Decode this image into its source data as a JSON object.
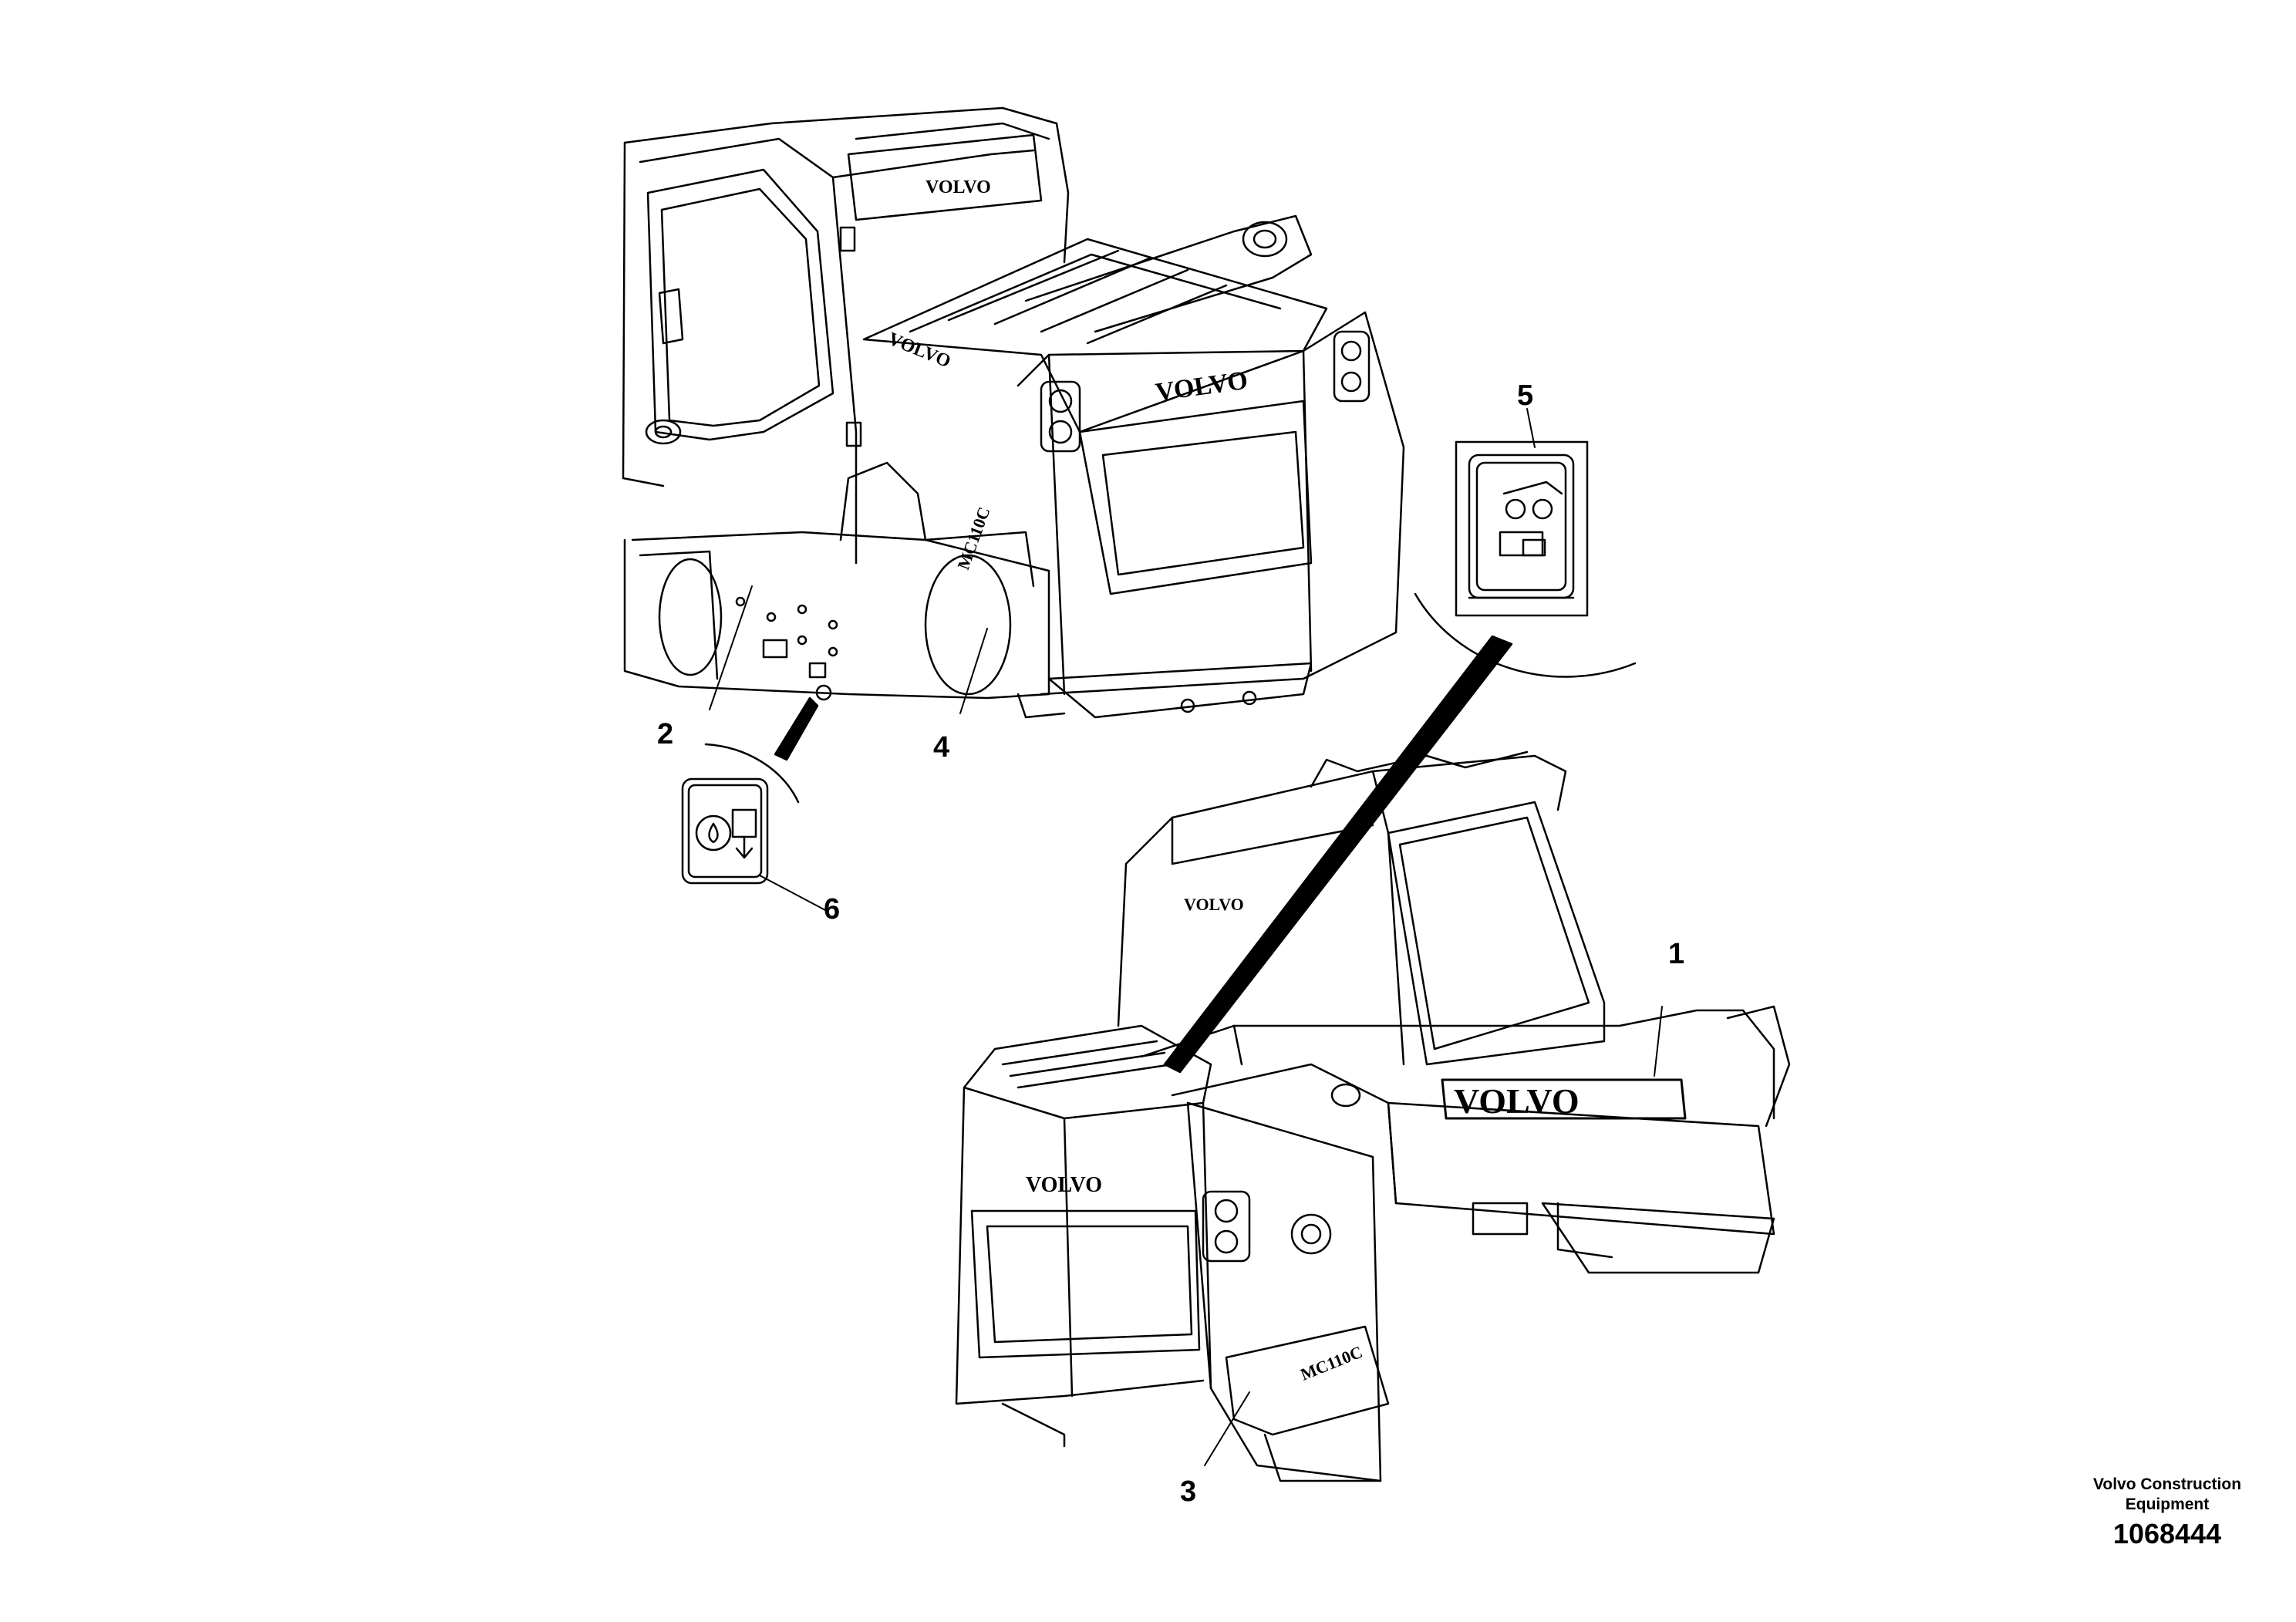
{
  "callouts": [
    {
      "id": "1",
      "label": "1"
    },
    {
      "id": "2",
      "label": "2"
    },
    {
      "id": "3",
      "label": "3"
    },
    {
      "id": "4",
      "label": "4"
    },
    {
      "id": "5",
      "label": "5"
    },
    {
      "id": "6",
      "label": "6"
    }
  ],
  "decals": {
    "brand_text": "VOLVO",
    "model_text": "MC110C"
  },
  "footer": {
    "brand_line1": "Volvo Construction",
    "brand_line2": "Equipment",
    "drawing_number": "1068444"
  },
  "colors": {
    "line": "#000000",
    "background": "#ffffff"
  }
}
